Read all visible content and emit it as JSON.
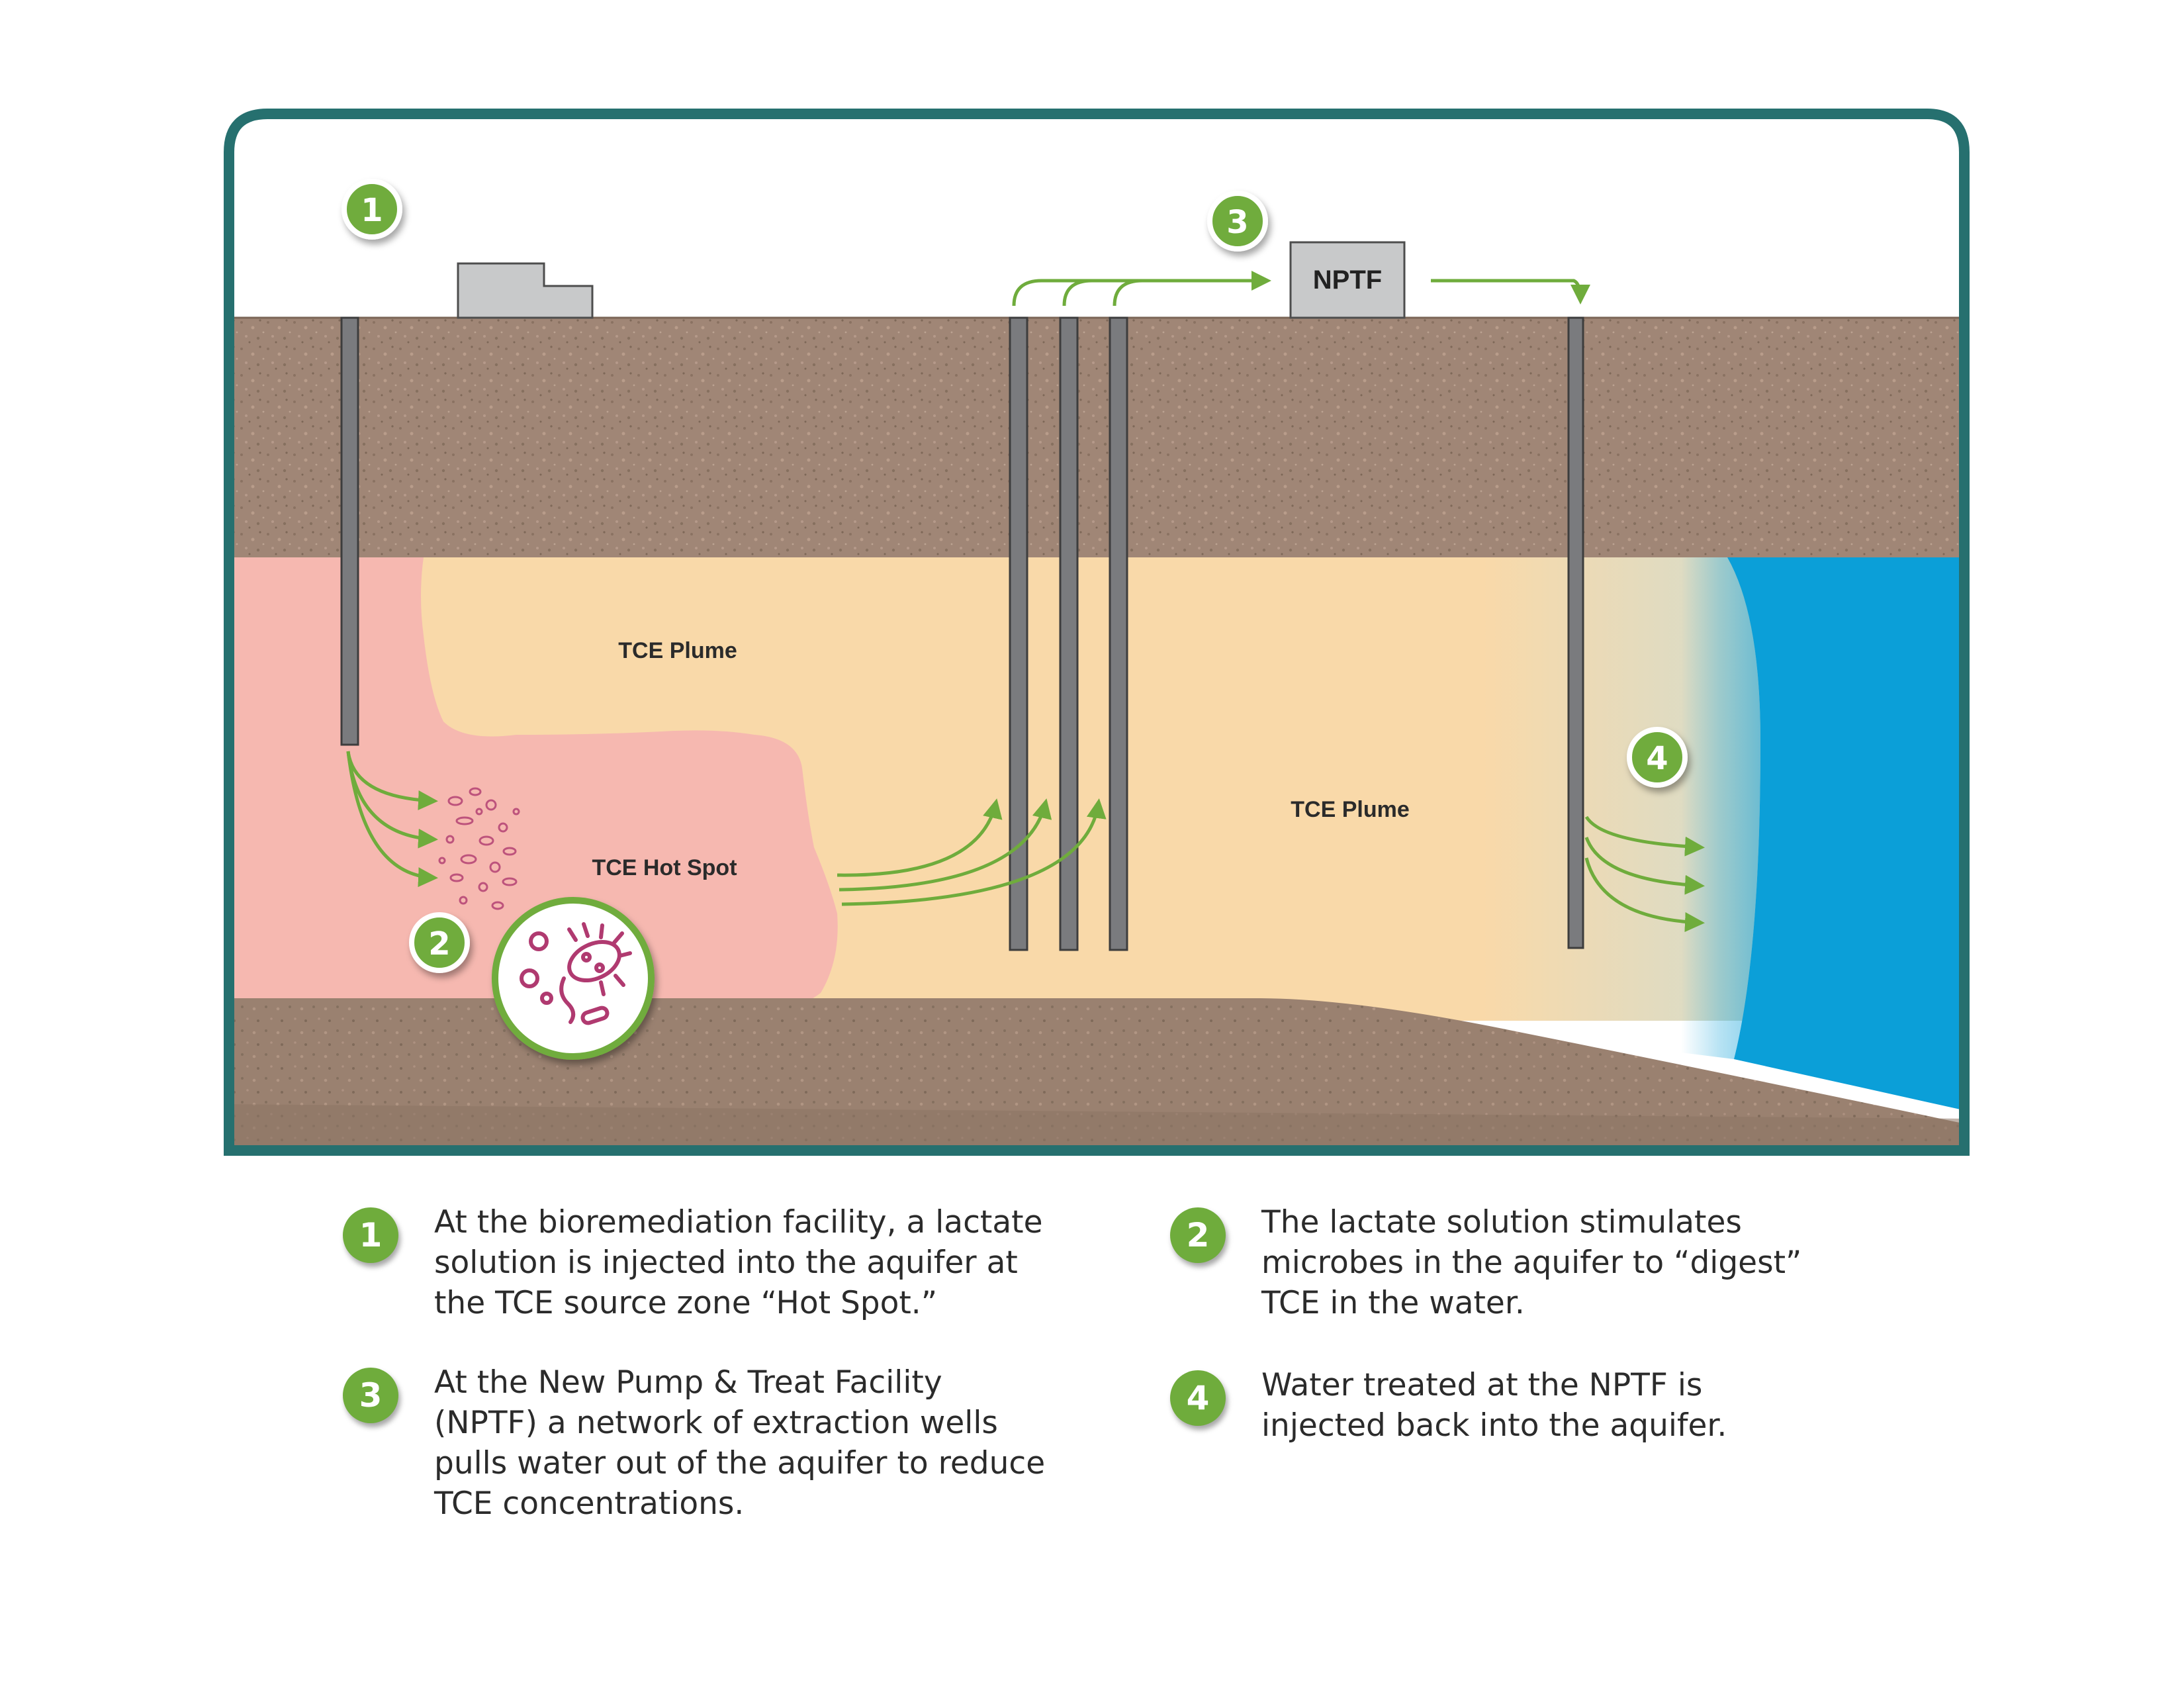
{
  "colors": {
    "frame": "#26706f",
    "soil": "#9c8372",
    "plume": "#f9d9a9",
    "hot_spot": "#f6b8b0",
    "water": "#0b9fd8",
    "badge": "#6fac3c",
    "arrow": "#6fac3c",
    "pipe": "#6d6e71",
    "microbe": "#b03a70"
  },
  "diagram": {
    "facility_label": "NPTF",
    "plume_label_1": "TCE Plume",
    "plume_label_2": "TCE Plume",
    "hot_spot_label": "TCE Hot Spot",
    "badges": [
      "1",
      "2",
      "3",
      "4"
    ],
    "microbe_icon": "microbe-icon"
  },
  "legend": {
    "items": [
      {
        "number": "1",
        "lines": [
          "At the bioremediation facility, a lactate",
          "solution is injected into the aquifer at",
          "the TCE source zone “Hot Spot.”"
        ]
      },
      {
        "number": "2",
        "lines": [
          "The lactate solution stimulates",
          "microbes in the aquifer to “digest”",
          "TCE in the water."
        ]
      },
      {
        "number": "3",
        "lines": [
          "At the New Pump & Treat Facility",
          "(NPTF) a network of extraction wells",
          "pulls water out of the aquifer to reduce",
          "TCE concentrations."
        ]
      },
      {
        "number": "4",
        "lines": [
          "Water treated at the NPTF is",
          "injected back into the aquifer."
        ]
      }
    ]
  }
}
